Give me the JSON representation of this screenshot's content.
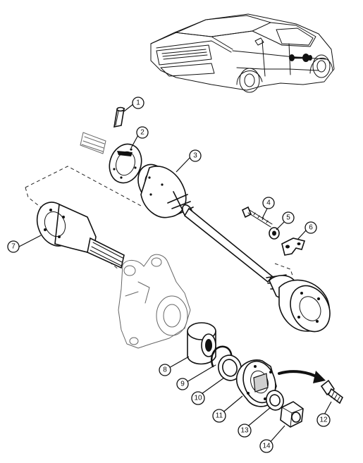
{
  "callouts": [
    {
      "id": "c1",
      "label": "1"
    },
    {
      "id": "c2",
      "label": "2"
    },
    {
      "id": "c3",
      "label": "3"
    },
    {
      "id": "c4",
      "label": "4"
    },
    {
      "id": "c5",
      "label": "5"
    },
    {
      "id": "c6",
      "label": "6"
    },
    {
      "id": "c7",
      "label": "7"
    },
    {
      "id": "c8",
      "label": "8"
    },
    {
      "id": "c9",
      "label": "9"
    },
    {
      "id": "c10",
      "label": "10"
    },
    {
      "id": "c11",
      "label": "11"
    },
    {
      "id": "c12",
      "label": "12"
    },
    {
      "id": "c13",
      "label": "13"
    },
    {
      "id": "c14",
      "label": "14"
    }
  ],
  "colors": {
    "ink": "#111111",
    "background": "#ffffff",
    "shading": "#cfcfcf"
  }
}
